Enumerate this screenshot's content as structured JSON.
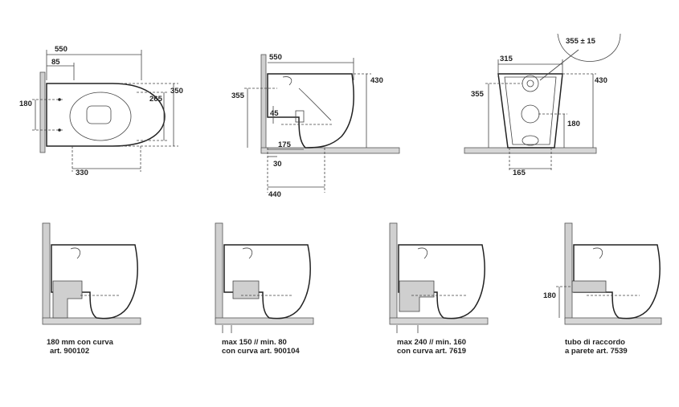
{
  "top_views": {
    "plan": {
      "d550": "550",
      "d85": "85",
      "d180": "180",
      "d350": "350",
      "d265": "265",
      "d330": "330"
    },
    "side": {
      "d550": "550",
      "d430": "430",
      "d355": "355",
      "d45": "45",
      "d175": "175",
      "d30": "30",
      "d440": "440"
    },
    "front": {
      "d355_15": "355 ± 15",
      "d315": "315",
      "d430": "430",
      "d355": "355",
      "d180": "180",
      "d165": "165"
    }
  },
  "install_views": [
    {
      "caption_line1": "180 mm con curva",
      "caption_line2": "art. 900102"
    },
    {
      "caption_line1": "max 150 // min. 80",
      "caption_line2": "con curva art. 900104"
    },
    {
      "caption_line1": "max 240 // min. 160",
      "caption_line2": "con curva art. 7619"
    },
    {
      "caption_line1": "tubo di raccordo",
      "caption_line2": "a parete art. 7539",
      "dim_180": "180"
    }
  ]
}
